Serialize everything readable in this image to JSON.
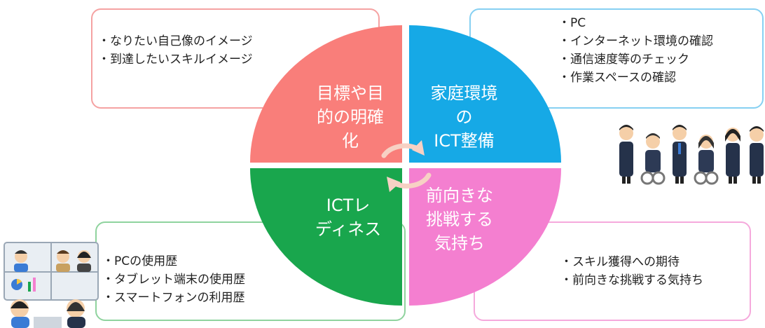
{
  "quadrants": {
    "top_left": {
      "label_lines": [
        "目標や目",
        "的の明確",
        "化"
      ],
      "color": "#f97e7a"
    },
    "top_right": {
      "label_lines": [
        "家庭環境",
        "の",
        "ICT整備"
      ],
      "color": "#16a9e6"
    },
    "bottom_left": {
      "label_lines": [
        "ICTレ",
        "ディネス"
      ],
      "color": "#19a64d"
    },
    "bottom_right": {
      "label_lines": [
        "前向きな",
        "挑戦する",
        "気持ち"
      ],
      "color": "#f47fd0"
    }
  },
  "boxes": {
    "top_left": {
      "items": [
        "なりたい自己像のイメージ",
        "到達したいスキルイメージ"
      ]
    },
    "top_right": {
      "items": [
        "PC",
        "インターネット環境の確認",
        "通信速度等のチェック",
        "作業スペースの確認"
      ]
    },
    "bottom_left": {
      "items": [
        "PCの使用歴",
        "タブレット端末の使用歴",
        "スマートフォンの利用歴"
      ]
    },
    "bottom_right": {
      "items": [
        "スキル獲得への期待",
        "前向きな挑戦する気持ち"
      ]
    }
  },
  "icons": {
    "people_group": "people-group-illustration",
    "video_meeting": "video-meeting-illustration",
    "cycle_arrows": "cycle-arrows-icon"
  }
}
